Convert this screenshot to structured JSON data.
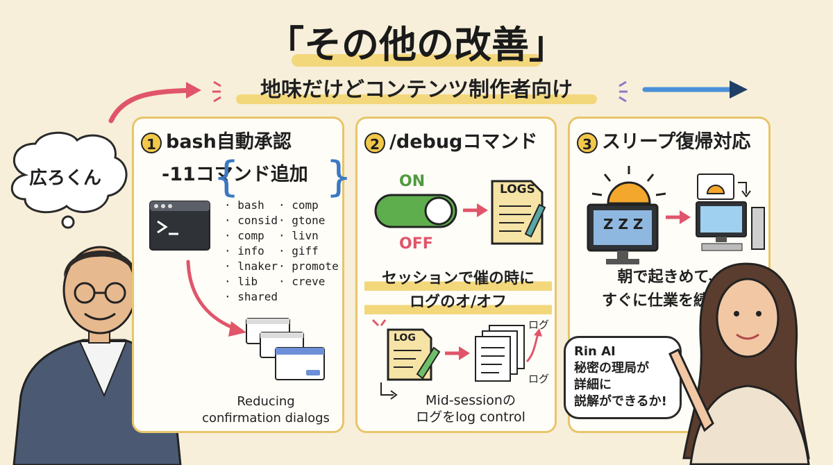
{
  "header": {
    "title": "「その他の改善」",
    "subtitle": "地味だけどコンテンツ制作者向け"
  },
  "presenter": {
    "name_bubble": "広ろくん"
  },
  "panels": [
    {
      "number": "1",
      "title": "bash自動承認",
      "subtitle": "-11コマンド追加",
      "commands_left": [
        "bash",
        "consid",
        "comp",
        "info",
        "lnaker",
        "lib",
        "shared"
      ],
      "commands_right": [
        "comp",
        "gtone",
        "livn",
        "giff",
        "promote",
        "creve"
      ],
      "note": "Reducing\nconfirmation dialogs"
    },
    {
      "number": "2",
      "title": "/debugコマンド",
      "toggle_on": "ON",
      "toggle_off": "OFF",
      "logs_label": "LOGS",
      "caption_line1": "セッションで催の時に",
      "caption_line2": "ログのオ/オフ",
      "log_label": "LOG",
      "log_tag_top": "ログ",
      "log_tag_bottom": "ログ",
      "note_line1": "Mid-sessionの",
      "note_line2": "ログをlog control"
    },
    {
      "number": "3",
      "title": "スリープ復帰対応",
      "sleep_text": "Z Z Z",
      "caption_line1": "朝で起きめて、",
      "caption_line2": "すぐに仕業を続ける"
    }
  ],
  "assistant_bubble": [
    "Rin AI",
    "秘密の理局が",
    "詳細に",
    "説解ができるか!"
  ],
  "colors": {
    "background": "#f7efd9",
    "highlight": "#f3d77b",
    "panel_border": "#e8c56a",
    "arrow_red": "#e0556a",
    "arrow_blue": "#4a90d9",
    "toggle_green": "#5fae4e"
  }
}
